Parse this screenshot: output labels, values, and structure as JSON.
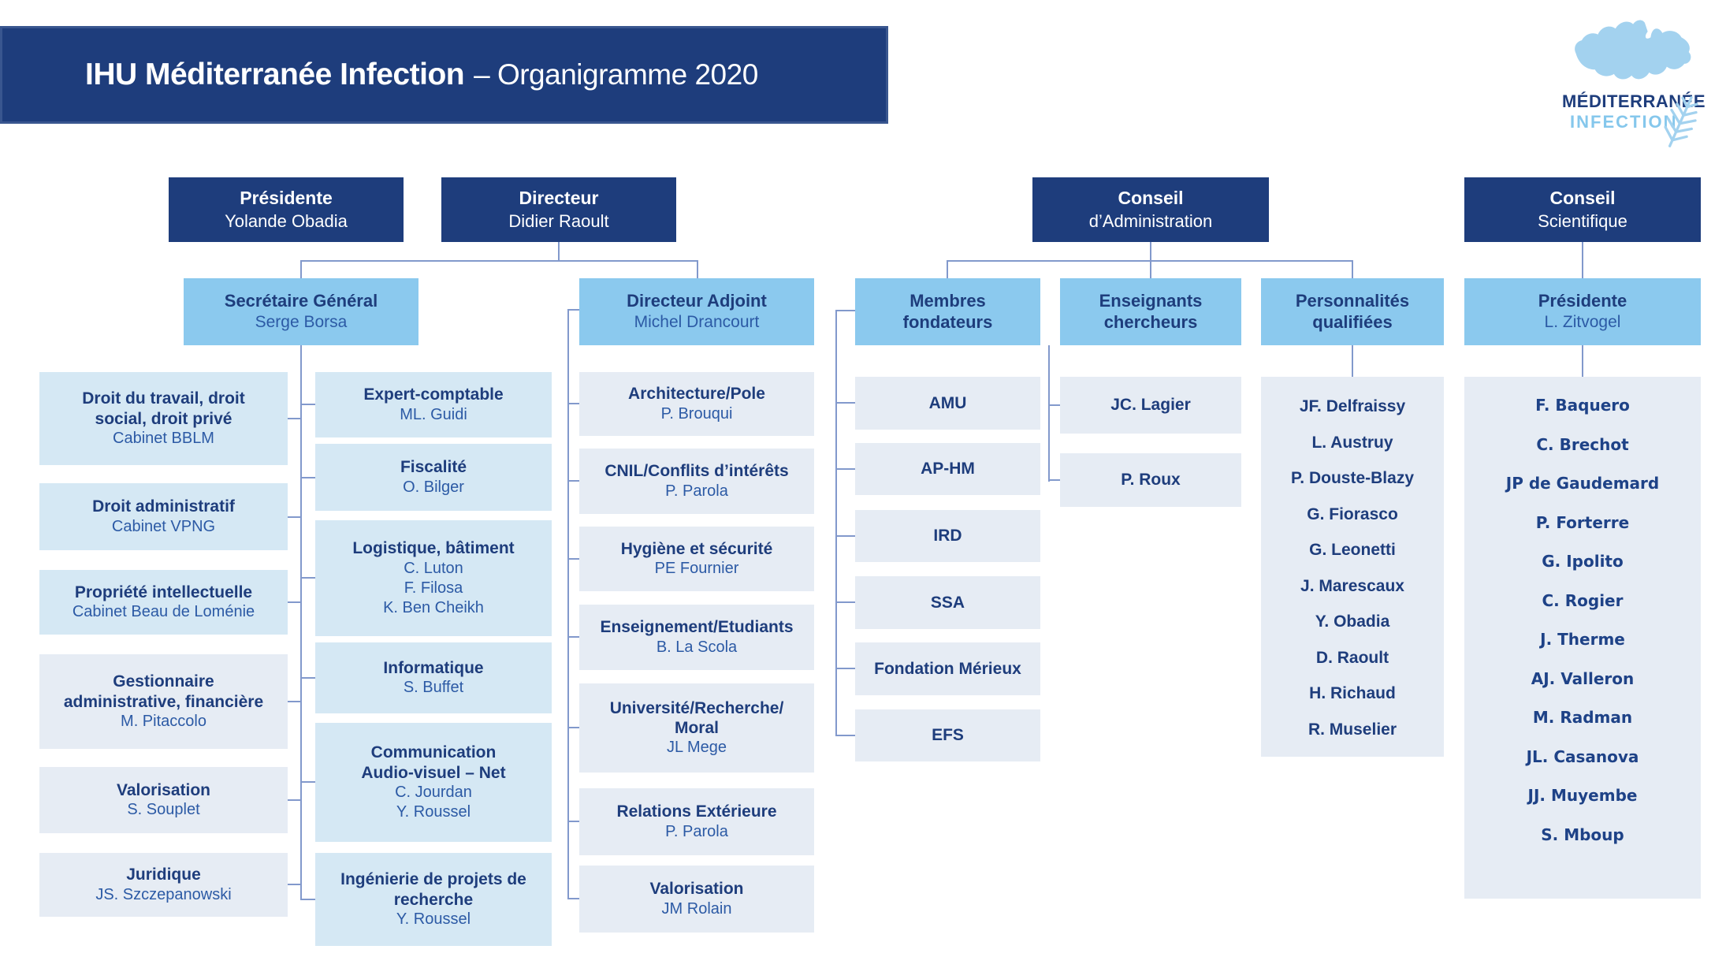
{
  "header": {
    "title_bold": "IHU Méditerranée Infection",
    "title_rest": "– Organigramme 2020"
  },
  "logo": {
    "line1": "MÉDITERRANÉE",
    "line2": "INFECTION"
  },
  "direction": {
    "presidente": {
      "title": "Présidente",
      "name": "Yolande Obadia"
    },
    "directeur": {
      "title": "Directeur",
      "name": "Didier Raoult"
    },
    "secretaire_general": {
      "title": "Secrétaire Général",
      "name": "Serge Borsa"
    },
    "directeur_adjoint": {
      "title": "Directeur Adjoint",
      "name": "Michel Drancourt"
    }
  },
  "ca": {
    "title": "Conseil",
    "subtitle": "d’Administration",
    "membres": {
      "title": "Membres\nfondateurs",
      "items": [
        "AMU",
        "AP-HM",
        "IRD",
        "SSA",
        "Fondation Mérieux",
        "EFS"
      ]
    },
    "enseignants": {
      "title": "Enseignants\nchercheurs",
      "items": [
        "JC. Lagier",
        "P. Roux"
      ]
    },
    "personnalites": {
      "title": "Personnalités\nqualifiées",
      "members": [
        "JF. Delfraissy",
        "L. Austruy",
        "P. Douste-Blazy",
        "G. Fiorasco",
        "G. Leonetti",
        "J. Marescaux",
        "Y. Obadia",
        "D. Raoult",
        "H. Richaud",
        "R. Muselier"
      ]
    }
  },
  "cs": {
    "title": "Conseil",
    "subtitle": "Scientifique",
    "presidente": {
      "title": "Présidente",
      "name": "L. Zitvogel"
    },
    "members": [
      "F. Baquero",
      "C. Brechot",
      "JP de Gaudemard",
      "P. Forterre",
      "G. Ipolito",
      "C. Rogier",
      "J. Therme",
      "AJ. Valleron",
      "M. Radman",
      "JL. Casanova",
      "JJ. Muyembe",
      "S. Mboup"
    ]
  },
  "units": {
    "sg_left": [
      {
        "title": "Droit du travail, droit\nsocial, droit privé",
        "names": [
          "Cabinet BBLM"
        ]
      },
      {
        "title": "Droit administratif",
        "names": [
          "Cabinet VPNG"
        ]
      },
      {
        "title": "Propriété intellectuelle",
        "names": [
          "Cabinet Beau de Loménie"
        ]
      },
      {
        "title": "Gestionnaire\nadministrative, financière",
        "names": [
          "M. Pitaccolo"
        ]
      },
      {
        "title": "Valorisation",
        "names": [
          "S. Souplet"
        ]
      },
      {
        "title": "Juridique",
        "names": [
          "JS. Szczepanowski"
        ]
      }
    ],
    "sg_right": [
      {
        "title": "Expert-comptable",
        "names": [
          "ML. Guidi"
        ]
      },
      {
        "title": "Fiscalité",
        "names": [
          "O. Bilger"
        ]
      },
      {
        "title": "Logistique, bâtiment",
        "names": [
          "C. Luton",
          "F. Filosa",
          "K. Ben Cheikh"
        ]
      },
      {
        "title": "Informatique",
        "names": [
          "S. Buffet"
        ]
      },
      {
        "title": "Communication\nAudio-visuel – Net",
        "names": [
          "C. Jourdan",
          "Y. Roussel"
        ]
      },
      {
        "title": "Ingénierie de projets de\nrecherche",
        "names": [
          "Y. Roussel"
        ]
      }
    ],
    "da": [
      {
        "title": "Architecture/Pole",
        "names": [
          "P. Brouqui"
        ]
      },
      {
        "title": "CNIL/Conflits d’intérêts",
        "names": [
          "P. Parola"
        ]
      },
      {
        "title": "Hygiène et sécurité",
        "names": [
          "PE Fournier"
        ]
      },
      {
        "title": "Enseignement/Etudiants",
        "names": [
          "B. La Scola"
        ]
      },
      {
        "title": "Université/Recherche/\nMoral",
        "names": [
          "JL Mege"
        ]
      },
      {
        "title": "Relations Extérieure",
        "names": [
          "P. Parola"
        ]
      },
      {
        "title": "Valorisation",
        "names": [
          "JM Rolain"
        ]
      }
    ]
  }
}
